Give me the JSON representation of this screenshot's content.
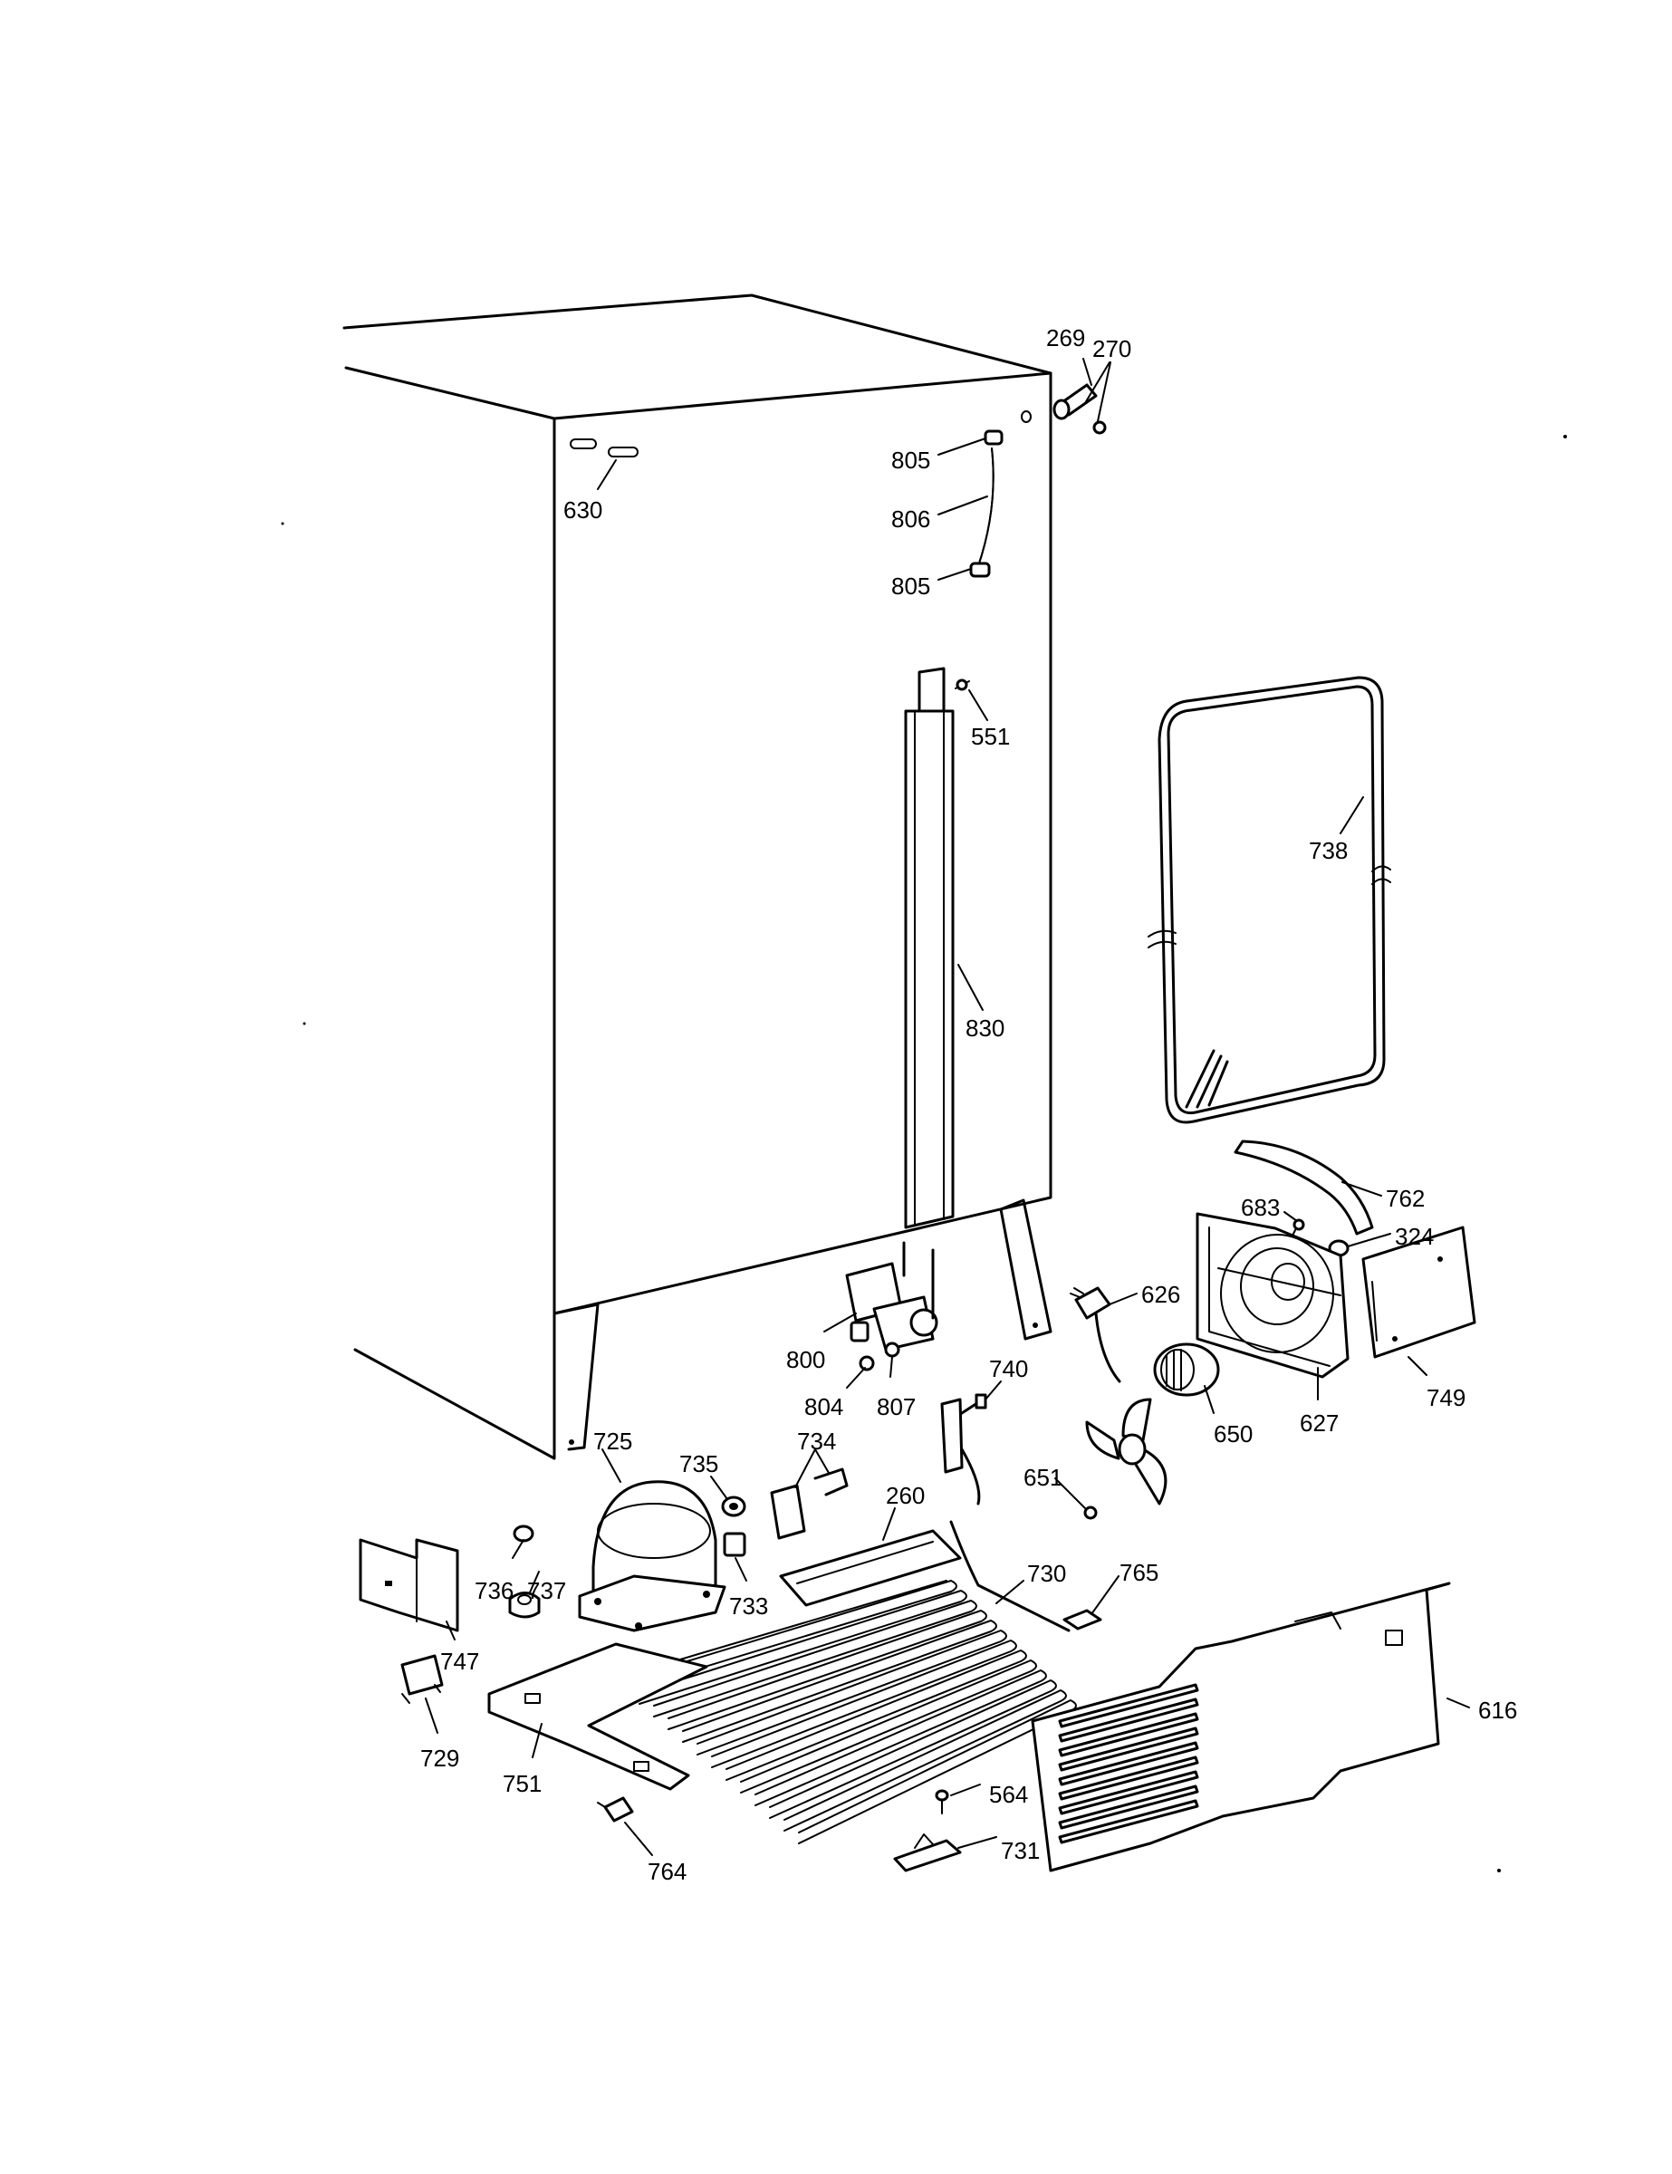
{
  "diagram": {
    "labels": [
      {
        "id": "l269",
        "text": "269"
      },
      {
        "id": "l270",
        "text": "270"
      },
      {
        "id": "l805a",
        "text": "805"
      },
      {
        "id": "l806",
        "text": "806"
      },
      {
        "id": "l805b",
        "text": "805"
      },
      {
        "id": "l630",
        "text": "630"
      },
      {
        "id": "l551",
        "text": "551"
      },
      {
        "id": "l738",
        "text": "738"
      },
      {
        "id": "l830",
        "text": "830"
      },
      {
        "id": "l762",
        "text": "762"
      },
      {
        "id": "l683",
        "text": "683"
      },
      {
        "id": "l324",
        "text": "324"
      },
      {
        "id": "l626",
        "text": "626"
      },
      {
        "id": "l800",
        "text": "800"
      },
      {
        "id": "l740",
        "text": "740"
      },
      {
        "id": "l804",
        "text": "804"
      },
      {
        "id": "l807",
        "text": "807"
      },
      {
        "id": "l749",
        "text": "749"
      },
      {
        "id": "l627",
        "text": "627"
      },
      {
        "id": "l725",
        "text": "725"
      },
      {
        "id": "l735",
        "text": "735"
      },
      {
        "id": "l734",
        "text": "734"
      },
      {
        "id": "l650",
        "text": "650"
      },
      {
        "id": "l651",
        "text": "651"
      },
      {
        "id": "l260",
        "text": "260"
      },
      {
        "id": "l730",
        "text": "730"
      },
      {
        "id": "l765",
        "text": "765"
      },
      {
        "id": "l736",
        "text": "736"
      },
      {
        "id": "l737",
        "text": "737"
      },
      {
        "id": "l733",
        "text": "733"
      },
      {
        "id": "l747",
        "text": "747"
      },
      {
        "id": "l616",
        "text": "616"
      },
      {
        "id": "l729",
        "text": "729"
      },
      {
        "id": "l751",
        "text": "751"
      },
      {
        "id": "l564",
        "text": "564"
      },
      {
        "id": "l731",
        "text": "731"
      },
      {
        "id": "l764",
        "text": "764"
      }
    ]
  }
}
